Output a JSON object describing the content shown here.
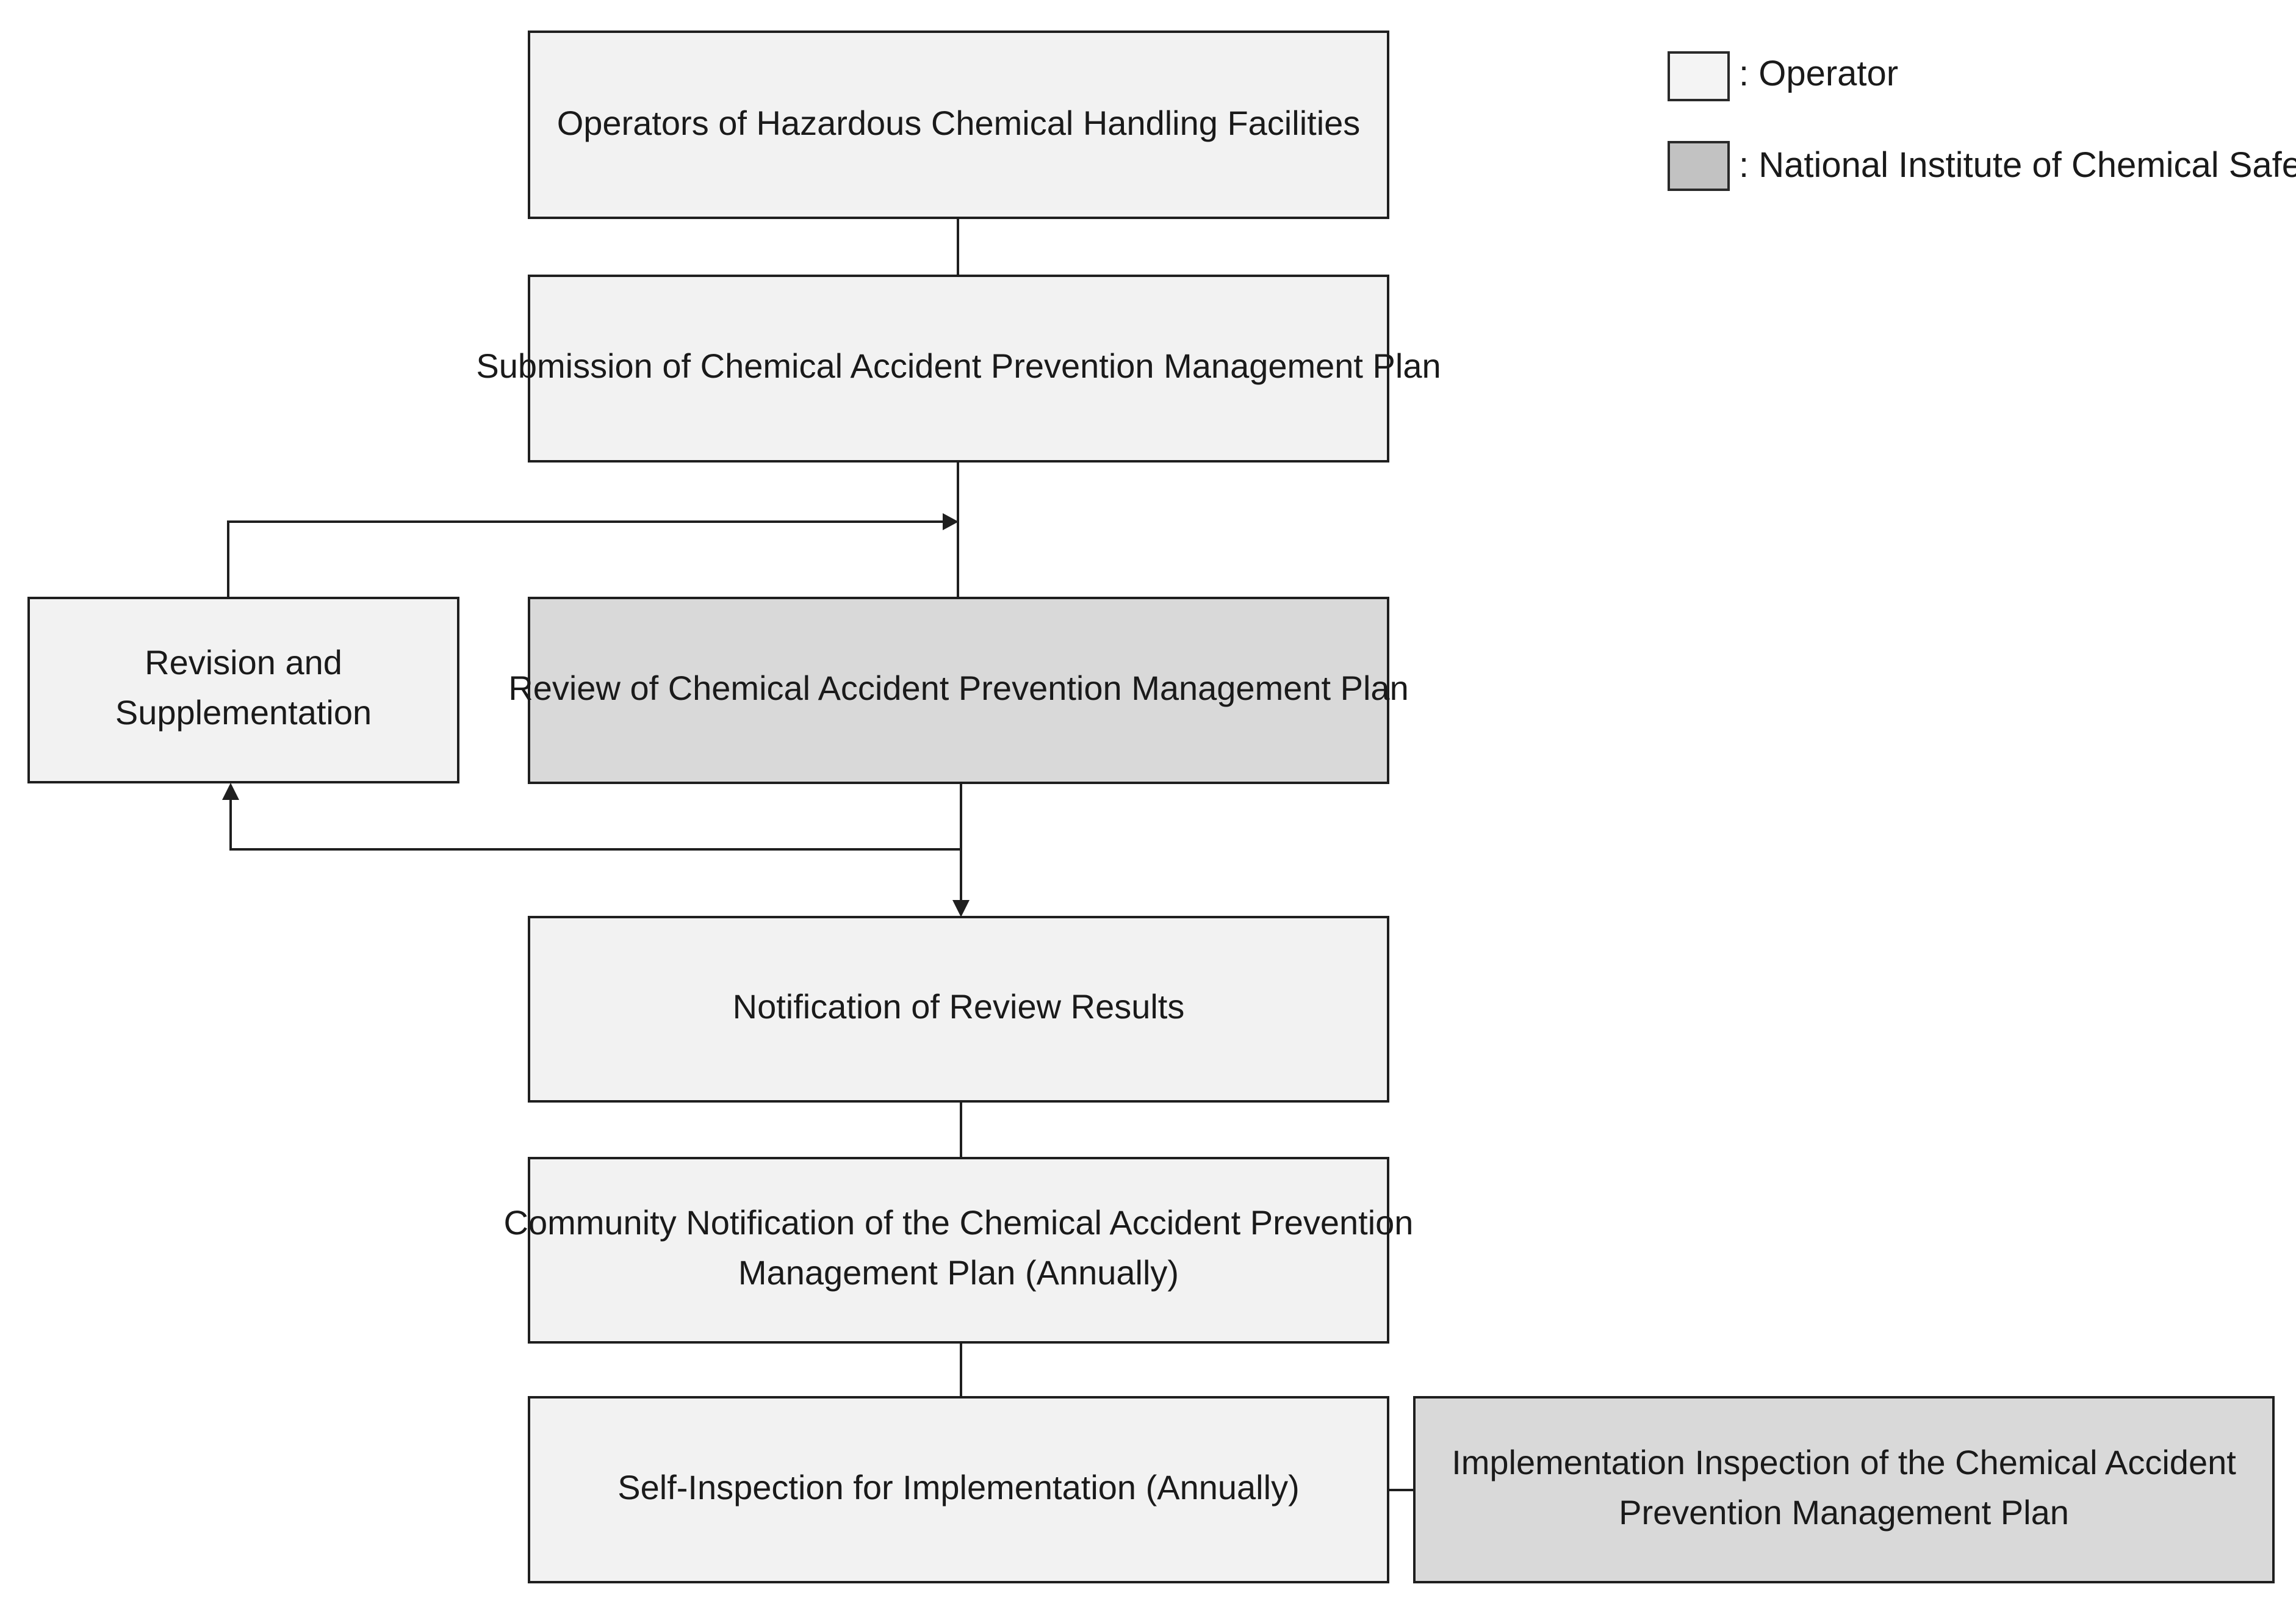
{
  "colors": {
    "operator": "#f2f2f2",
    "institute": "#d9d9d9",
    "legend_operator": "#f4f4f4",
    "legend_institute": "#c2c2c2",
    "line": "#1f1f1f"
  },
  "legend": {
    "operator_label": ": Operator",
    "institute_label": ": National Institute of Chemical Safety"
  },
  "nodes": {
    "operators": {
      "lines": [
        "Operators of Hazardous Chemical Handling Facilities"
      ],
      "role": "operator"
    },
    "submission": {
      "lines": [
        "Submission of Chemical Accident Prevention Management Plan"
      ],
      "role": "operator"
    },
    "revision": {
      "lines": [
        "Revision and",
        "Supplementation"
      ],
      "role": "operator"
    },
    "review": {
      "lines": [
        "Review of Chemical Accident Prevention Management Plan"
      ],
      "role": "institute"
    },
    "notification": {
      "lines": [
        "Notification of Review Results"
      ],
      "role": "operator"
    },
    "community": {
      "lines": [
        "Community Notification of the Chemical Accident Prevention",
        "Management Plan (Annually)"
      ],
      "role": "operator"
    },
    "self_inspection": {
      "lines": [
        "Self-Inspection for Implementation (Annually)"
      ],
      "role": "operator"
    },
    "implementation": {
      "lines": [
        "Implementation Inspection of the Chemical Accident",
        "Prevention Management Plan"
      ],
      "role": "institute"
    }
  }
}
